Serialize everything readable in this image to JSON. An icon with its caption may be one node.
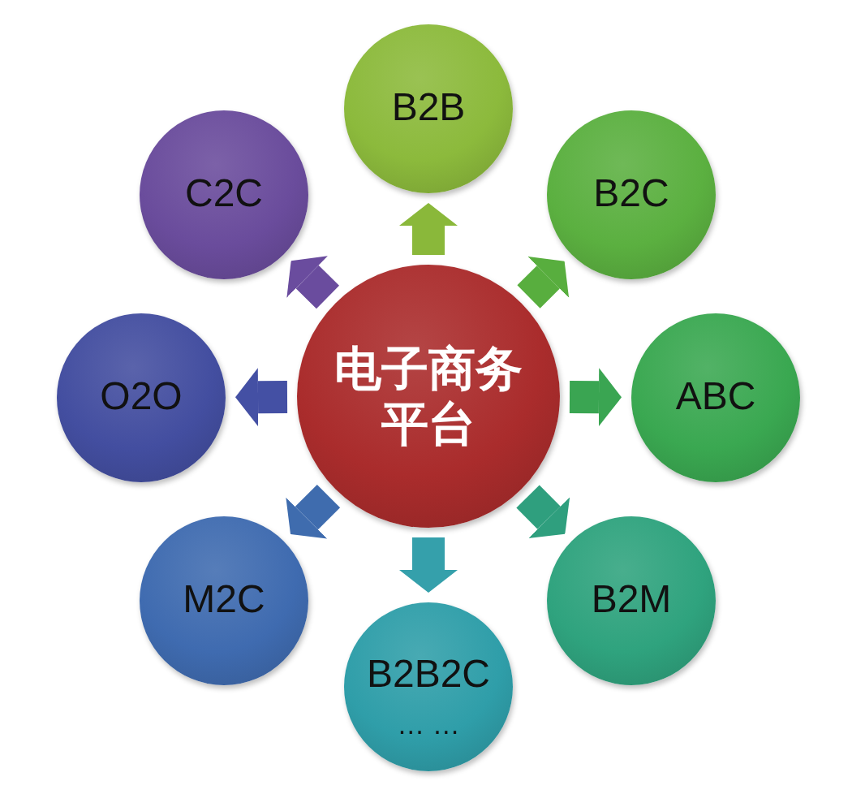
{
  "diagram": {
    "nodes": [
      {
        "text": [
          "电子商务平台"
        ]
      },
      {
        "text": [
          "B2B"
        ]
      },
      {
        "text": [
          "C2C"
        ]
      },
      {
        "text": [
          "B2C"
        ]
      },
      {
        "text": [
          "O2O"
        ]
      },
      {
        "text": [
          "ABC"
        ]
      },
      {
        "text": [
          "M2C"
        ]
      },
      {
        "text": [
          "B2M"
        ]
      },
      {
        "text": [
          "B2B2C",
          "… …"
        ]
      }
    ],
    "edges": [
      {
        "from": 0,
        "to": 1,
        "arrow": "to",
        "color": "#8ab83a"
      },
      {
        "from": 0,
        "to": 2,
        "arrow": "to",
        "color": "#6a4c9e"
      },
      {
        "from": 0,
        "to": 3,
        "arrow": "to",
        "color": "#58ae3e"
      },
      {
        "from": 0,
        "to": 4,
        "arrow": "to",
        "color": "#4450a4"
      },
      {
        "from": 0,
        "to": 5,
        "arrow": "to",
        "color": "#3aa552"
      },
      {
        "from": 0,
        "to": 6,
        "arrow": "to",
        "color": "#3f6cae"
      },
      {
        "from": 0,
        "to": 7,
        "arrow": "to",
        "color": "#2f9f7e"
      },
      {
        "from": 0,
        "to": 8,
        "arrow": "to",
        "color": "#35a0ab"
      }
    ]
  }
}
